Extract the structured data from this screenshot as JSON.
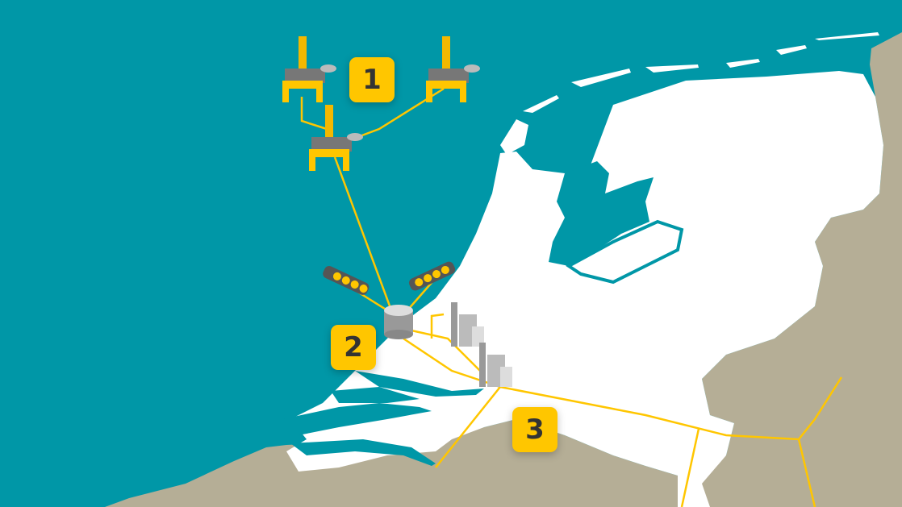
{
  "colors": {
    "sea": "#0097A7",
    "foreign_land": "#B5AE96",
    "netherlands": "#FFFFFF",
    "pipeline": "#FFC600",
    "badge": "#FFC600",
    "badge_text": "#333333"
  },
  "badges": [
    {
      "label": "1",
      "meaning": "offshore-gas-platforms"
    },
    {
      "label": "2",
      "meaning": "lng-terminal-port"
    },
    {
      "label": "3",
      "meaning": "inland-transmission-network"
    }
  ],
  "icons": [
    "oil-platform-icon",
    "oil-platform-icon",
    "oil-platform-icon",
    "lng-tanker-icon",
    "lng-tanker-icon",
    "storage-tank-icon",
    "power-plant-icon",
    "power-plant-icon"
  ]
}
